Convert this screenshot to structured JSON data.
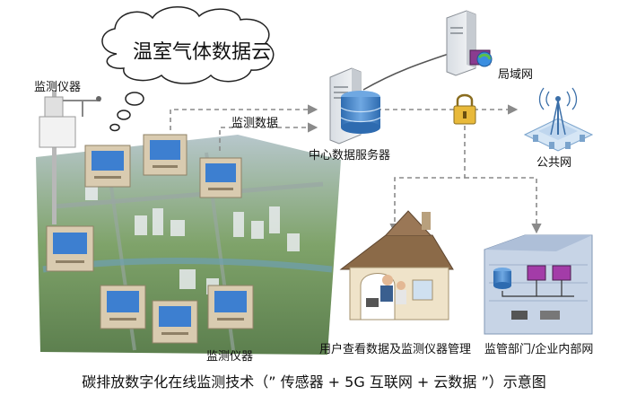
{
  "title": "温室气体数据云",
  "labels": {
    "monitor_top": "监测仪器",
    "monitor_bottom": "监测仪器",
    "monitor_data": "监测数据",
    "central_server": "中心数据服务器",
    "lan": "局域网",
    "public_net": "公共网",
    "user_view": "用户查看数据及监测仪器管理",
    "regulator": "监管部门/企业内部网"
  },
  "caption": "碳排放数字化在线监测技术（” 传感器 + 5G 互联网 + 云数据 ”）示意图",
  "colors": {
    "arrow": "#8a8a8a",
    "server": "#4a7fbf",
    "monitor_box": "#d9cbb0",
    "screen": "#3d7fd0",
    "house_roof": "#8b6a48",
    "lock": "#e8b93a"
  }
}
